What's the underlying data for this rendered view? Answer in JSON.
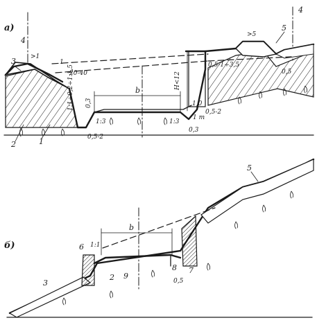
{
  "figure_a": {
    "letter": "а)",
    "axis_left": "4",
    "axis_right": "4",
    "labels": {
      "n1": "1",
      "n2": "2",
      "n3": "3",
      "n5": "5",
      "gt1": ">1",
      "one": "1",
      "d20_40": "20-40",
      "slope_left": "1:1÷0,2÷1:1,5",
      "d03": "0,3",
      "b": "b",
      "H": "H<12",
      "r_top": "0,5-1÷3,5",
      "gt5": ">5",
      "d05r": "0,5",
      "d3": "1:3",
      "d3r": "1:3",
      "d05_2l": "0,5-2",
      "d05_2r": "0,5-2",
      "d03b": "0,3",
      "d1m": "1 m",
      "d10": "1,0"
    }
  },
  "figure_b": {
    "letter": "б)",
    "labels": {
      "n2": "2",
      "n3": "3",
      "n5": "5",
      "n6": "6",
      "n7": "7",
      "n8": "8",
      "n9": "9",
      "b": "b",
      "ratio": "1:1",
      "d05": "0,5"
    }
  }
}
